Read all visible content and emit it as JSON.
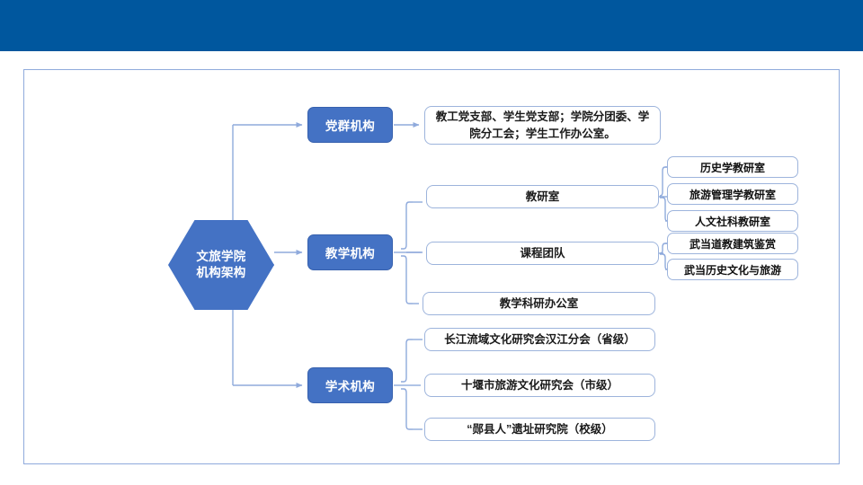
{
  "slide": {
    "header_band_color": "#00579E",
    "accent_color": "#4472C4",
    "box_border_color": "#9DB4DC",
    "connector_color": "#8FAADC"
  },
  "diagram": {
    "type": "organization-chart",
    "root": {
      "label_line1": "文旅学院",
      "label_line2": "机构架构",
      "shape": "hexagon"
    },
    "branches": [
      {
        "id": "party",
        "label": "党群机构",
        "detail": "教工党支部、学生党支部；学院分团委、学院分工会；学生工作办公室。",
        "children": []
      },
      {
        "id": "teaching",
        "label": "教学机构",
        "children": [
          {
            "label": "教研室",
            "children": [
              {
                "label": "历史学教研室"
              },
              {
                "label": "旅游管理学教研室"
              },
              {
                "label": "人文社科教研室"
              }
            ]
          },
          {
            "label": "课程团队",
            "children": [
              {
                "label": "武当道教建筑鉴赏"
              },
              {
                "label": "武当历史文化与旅游"
              }
            ]
          },
          {
            "label": "教学科研办公室",
            "children": []
          }
        ]
      },
      {
        "id": "academic",
        "label": "学术机构",
        "children": [
          {
            "label": "长江流域文化研究会汉江分会（省级）"
          },
          {
            "label": "十堰市旅游文化研究会（市级）"
          },
          {
            "label": "“郧县人”遗址研究院（校级）"
          }
        ]
      }
    ]
  }
}
